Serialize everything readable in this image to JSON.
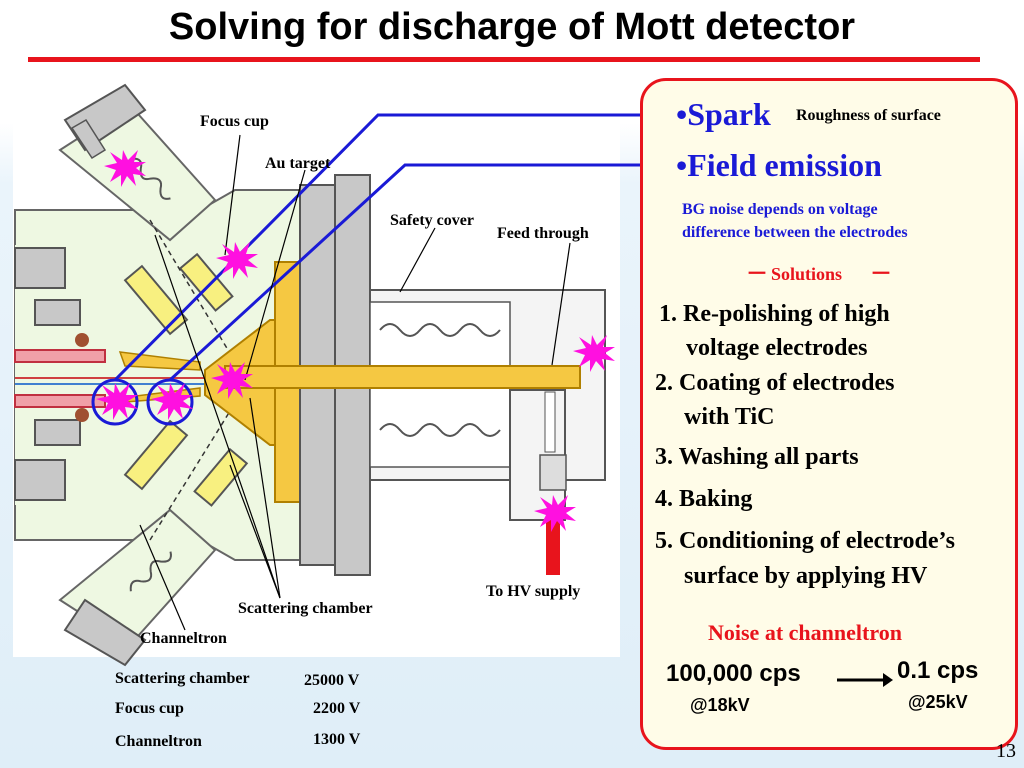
{
  "title": "Solving for discharge of Mott detector",
  "labels": {
    "focus_cup": "Focus cup",
    "au_target": "Au target",
    "safety_cover": "Safety cover",
    "feed_through": "Feed through",
    "to_hv_supply": "To HV supply",
    "scattering_chamber": "Scattering chamber",
    "channeltron": "Channeltron"
  },
  "voltages": [
    {
      "name": "Scattering chamber",
      "value": "25000 V"
    },
    {
      "name": "Focus cup",
      "value": "2200 V"
    },
    {
      "name": "Channeltron",
      "value": "1300 V"
    }
  ],
  "panel": {
    "spark": "•Spark",
    "spark_note": "Roughness of surface",
    "field_emission": "•Field emission",
    "bg_note_line1": "BG noise depends on voltage",
    "bg_note_line2": "difference between the electrodes",
    "solutions": "Solutions",
    "solutions_dash": "－",
    "items": [
      {
        "line1": "1. Re-polishing of high",
        "line2": "voltage electrodes"
      },
      {
        "line1": "2. Coating of electrodes",
        "line2": "with TiC"
      },
      {
        "line1": "3. Washing all parts",
        "line2": ""
      },
      {
        "line1": "4. Baking",
        "line2": ""
      },
      {
        "line1": "5. Conditioning of electrode’s",
        "line2": "surface by applying HV"
      }
    ],
    "noise_title": "Noise at channeltron",
    "cps_before": "100,000 cps",
    "cps_after": "0.1 cps",
    "at_before": "@18kV",
    "at_after": "@25kV"
  },
  "page_number": "13",
  "colors": {
    "title_rule": "#e8141c",
    "panel_border": "#e8141c",
    "panel_fill": "#fffce8",
    "blue_text": "#1a1ad6",
    "spark_magenta": "#ff10e0",
    "gold": "#f5c842"
  }
}
